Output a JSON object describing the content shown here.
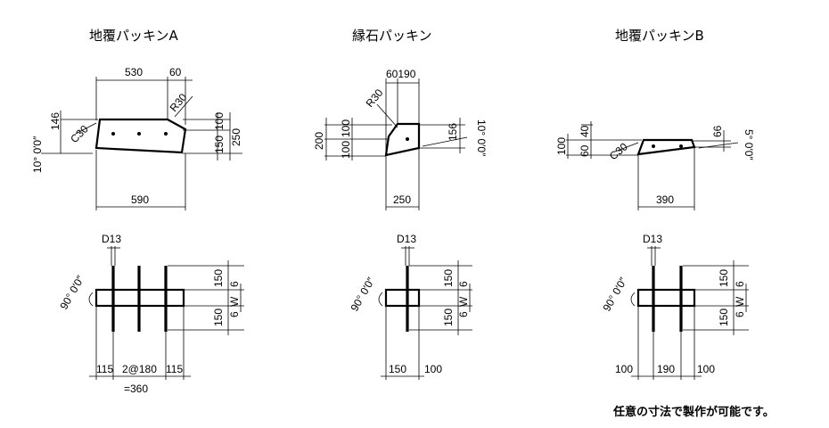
{
  "titles": {
    "a": "地覆パッキンA",
    "curb": "縁石パッキン",
    "b": "地覆パッキンB"
  },
  "note": "任意の寸法で製作が可能です。",
  "a_top": {
    "dim_530": "530",
    "dim_60": "60",
    "dim_r30": "R30",
    "dim_146": "146",
    "dim_c30": "C30",
    "dim_angle": "10° 0′0″",
    "dim_100": "100",
    "dim_150": "150",
    "dim_250": "250",
    "dim_590": "590"
  },
  "curb_top": {
    "dim_60_190": "60190",
    "dim_r30": "R30",
    "dim_200": "200",
    "dim_100a": "100",
    "dim_100b": "100",
    "dim_156": "156",
    "dim_angle": "10° 0′0″",
    "dim_250": "250"
  },
  "b_top": {
    "dim_40": "40",
    "dim_60": "60",
    "dim_100": "100",
    "dim_c30": "C30",
    "dim_66": "66",
    "dim_angle": "5° 0′0″",
    "dim_390": "390"
  },
  "a_bottom": {
    "dim_d13": "D13",
    "dim_150a": "150",
    "dim_150b": "150",
    "dim_w": "W",
    "dim_6a": "6",
    "dim_6b": "6",
    "dim_angle": "90° 0′0″",
    "dim_115a": "115",
    "dim_2at180": "2@180",
    "dim_115b": "115",
    "dim_360": "=360"
  },
  "curb_bottom": {
    "dim_d13": "D13",
    "dim_150a": "150",
    "dim_150b": "150",
    "dim_w": "W",
    "dim_6a": "6",
    "dim_6b": "6",
    "dim_angle": "90° 0′0″",
    "dim_150": "150",
    "dim_100": "100"
  },
  "b_bottom": {
    "dim_d13": "D13",
    "dim_150a": "150",
    "dim_150b": "150",
    "dim_w": "W",
    "dim_6a": "6",
    "dim_6b": "6",
    "dim_angle": "90° 0′0″",
    "dim_100a": "100",
    "dim_190": "190",
    "dim_100b": "100"
  }
}
